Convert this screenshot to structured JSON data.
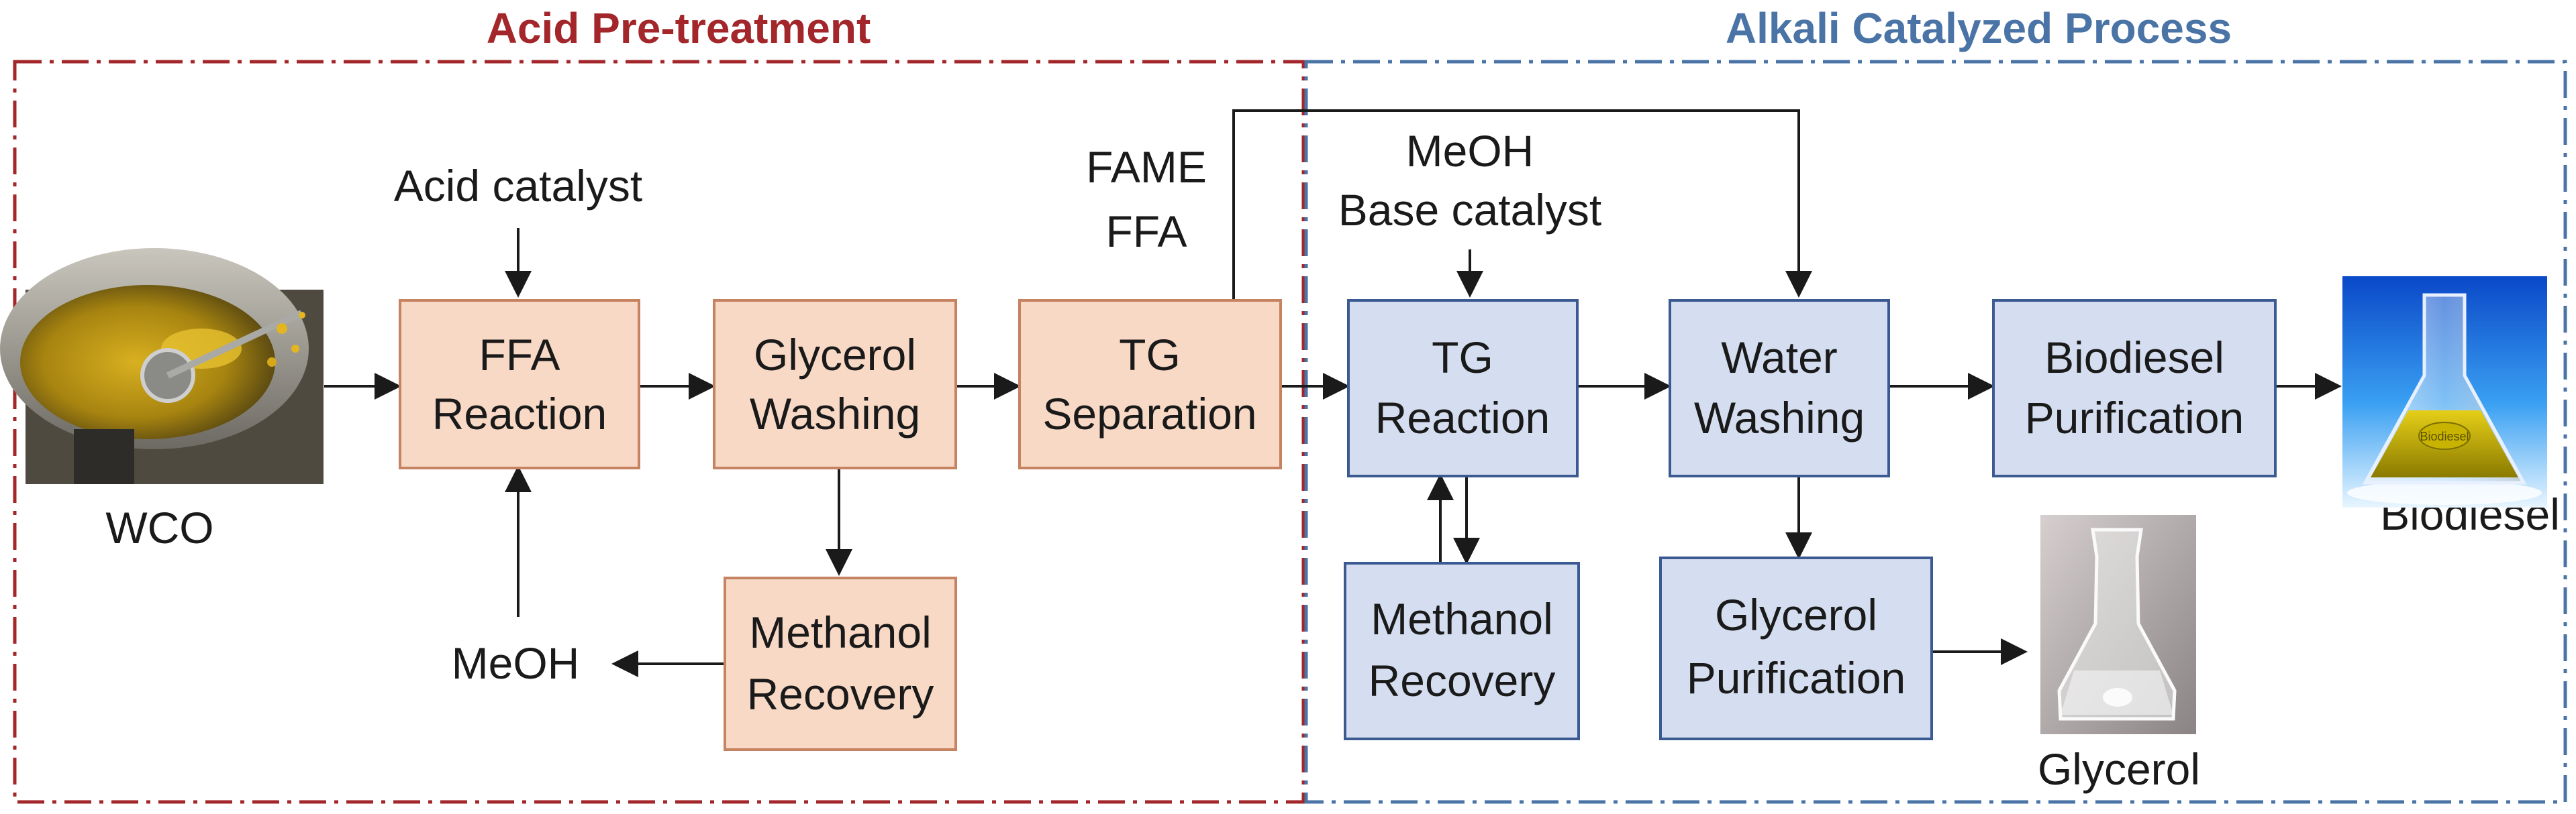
{
  "colors": {
    "acid_region": "#a3262a",
    "alkali_region": "#4a73a6",
    "acid_box_fill": "#f8d9c6",
    "acid_box_stroke": "#c58361",
    "alkali_box_fill": "#d5def0",
    "alkali_box_stroke": "#3b5a92",
    "arrow": "#1a1a1a"
  },
  "regions": {
    "acid": {
      "title": "Acid Pre-treatment"
    },
    "alkali": {
      "title": "Alkali Catalyzed Process"
    }
  },
  "boxes": {
    "ffa_reaction": [
      "FFA",
      "Reaction"
    ],
    "glycerol_washing": [
      "Glycerol",
      "Washing"
    ],
    "tg_separation": [
      "TG",
      "Separation"
    ],
    "methanol_recovery_acid": [
      "Methanol",
      "Recovery"
    ],
    "tg_reaction": [
      "TG",
      "Reaction"
    ],
    "water_washing": [
      "Water",
      "Washing"
    ],
    "biodiesel_purification": [
      "Biodiesel",
      "Purification"
    ],
    "methanol_recovery_alkali": [
      "Methanol",
      "Recovery"
    ],
    "glycerol_purification": [
      "Glycerol",
      "Purification"
    ]
  },
  "labels": {
    "acid_catalyst": "Acid catalyst",
    "meoh_in": "MeOH",
    "fame": "FAME",
    "ffa": "FFA",
    "meoh_base": "MeOH",
    "base_catalyst": "Base catalyst",
    "wco": "WCO",
    "biodiesel": "Biodiesel",
    "glycerol": "Glycerol"
  },
  "images": {
    "wco": {
      "icon": "wco-pot-photo"
    },
    "biodiesel": {
      "icon": "biodiesel-flask-photo",
      "flask_label": "Biodiesel"
    },
    "glycerol": {
      "icon": "glycerol-flask-photo"
    }
  }
}
